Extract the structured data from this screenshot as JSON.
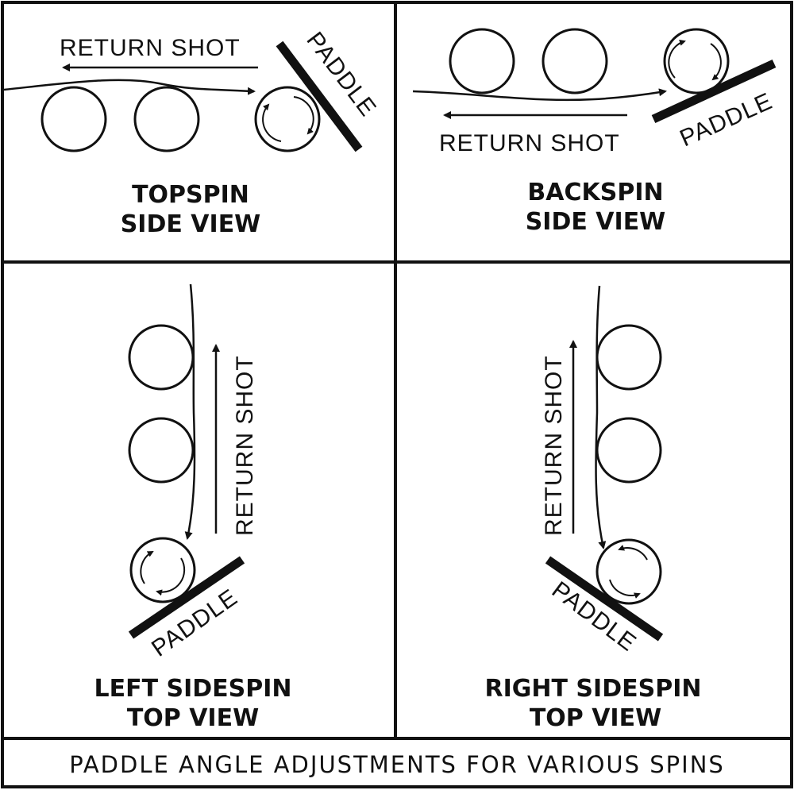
{
  "panels": {
    "topspin": {
      "label_shot": "RETURN SHOT",
      "label_paddle": "PADDLE",
      "caption_line1": "TOPSPIN",
      "caption_line2": "SIDE VIEW"
    },
    "backspin": {
      "label_shot": "RETURN SHOT",
      "label_paddle": "PADDLE",
      "caption_line1": "BACKSPIN",
      "caption_line2": "SIDE VIEW"
    },
    "left_sidespin": {
      "label_shot": "RETURN SHOT",
      "label_paddle": "PADDLE",
      "caption_line1": "LEFT SIDESPIN",
      "caption_line2": "TOP VIEW"
    },
    "right_sidespin": {
      "label_shot": "RETURN SHOT",
      "label_paddle": "PADDLE",
      "caption_line1": "RIGHT SIDESPIN",
      "caption_line2": "TOP VIEW"
    }
  },
  "footer": {
    "text": "PADDLE ANGLE ADJUSTMENTS FOR VARIOUS SPINS"
  },
  "colors": {
    "ink": "#111111",
    "background": "#ffffff"
  }
}
